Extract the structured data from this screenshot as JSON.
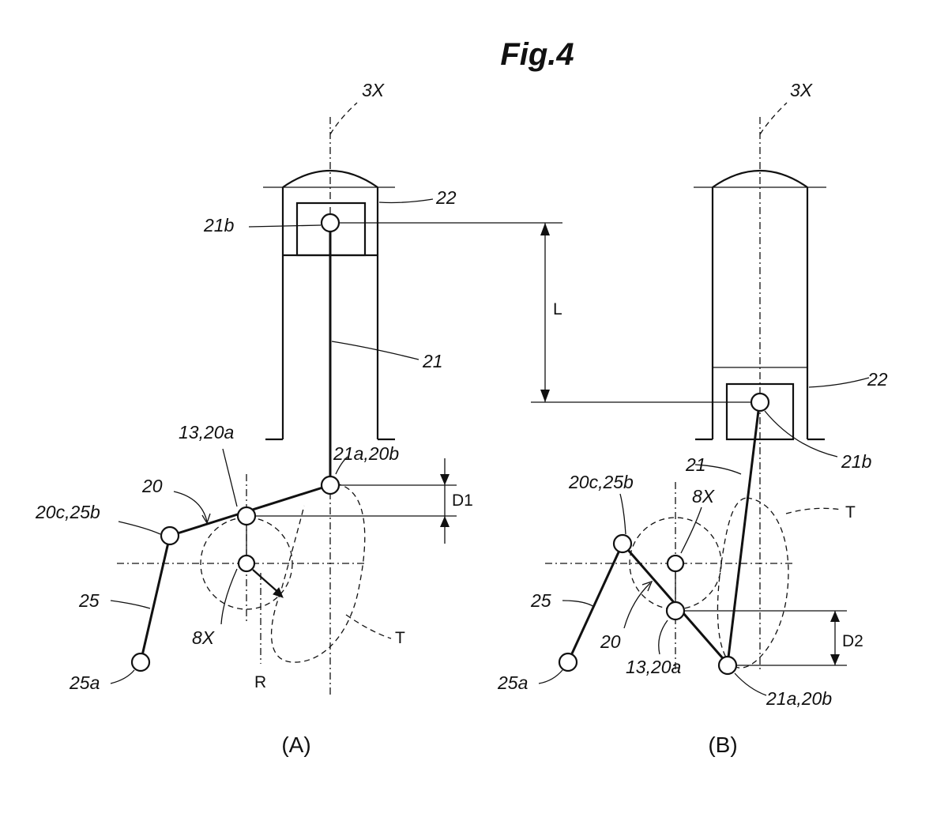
{
  "figure": {
    "title": "Fig.4",
    "panel_a": {
      "caption": "(A)",
      "labels": {
        "axis": "3X",
        "piston": "22",
        "pin": "21b",
        "rod": "21",
        "lower_rod_joint": "21a,20b",
        "crank_joint": "13,20a",
        "link": "20",
        "link_end": "20c,25b",
        "lever": "25",
        "lever_end": "25a",
        "crank_center": "8X",
        "radius": "R",
        "trajectory": "T",
        "offset": "D1"
      }
    },
    "panel_b": {
      "caption": "(B)",
      "labels": {
        "axis": "3X",
        "piston": "22",
        "pin": "21b",
        "rod": "21",
        "link_end": "20c,25b",
        "crank_center": "8X",
        "trajectory": "T",
        "lever": "25",
        "link": "20",
        "crank_joint": "13,20a",
        "lever_end": "25a",
        "lower_rod_joint": "21a,20b",
        "offset": "D2"
      }
    },
    "stroke_label": "L"
  }
}
